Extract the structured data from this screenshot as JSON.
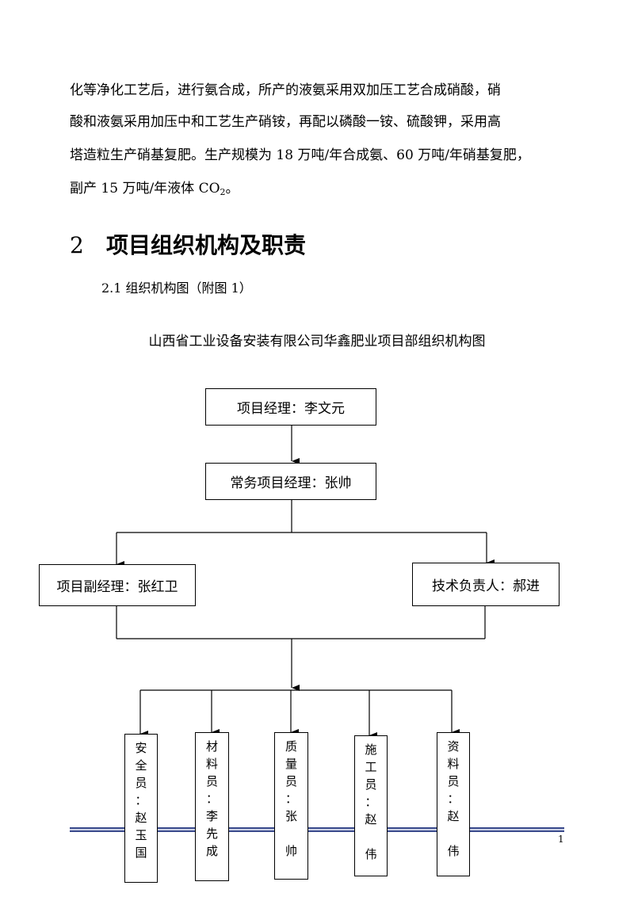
{
  "body": {
    "line1": "化等净化工艺后，进行氨合成，所产的液氨采用双加压工艺合成硝酸，硝",
    "line2": "酸和液氨采用加压中和工艺生产硝铵，再配以磷酸一铵、硫酸钾，采用高",
    "line3": "塔造粒生产硝基复肥。生产规模为 18 万吨/年合成氨、60 万吨/年硝基复肥，",
    "line4_pre": "副产 15 万吨/年液体 CO",
    "line4_sub": "2",
    "line4_post": "。"
  },
  "section": {
    "number": "2",
    "title": "项目组织机构及职责"
  },
  "subsection": "2.1 组织机构图（附图 1）",
  "chart": {
    "title": "山西省工业设备安装有限公司华鑫肥业项目部组织机构图",
    "pm": "项目经理：李文元",
    "exec_pm": "常务项目经理：张帅",
    "deputy_pm": "项目副经理：张红卫",
    "tech_lead": "技术负责人：郝进",
    "staff": [
      [
        "安",
        "全",
        "员",
        "：",
        "赵",
        "玉",
        "国"
      ],
      [
        "材",
        "料",
        "员",
        "：",
        "李",
        "先",
        "成"
      ],
      [
        "质",
        "量",
        "员",
        "：",
        "张",
        "",
        "帅"
      ],
      [
        "施",
        "工",
        "员",
        "：",
        "赵",
        "",
        "伟"
      ],
      [
        "资",
        "料",
        "员",
        "：",
        "赵",
        "",
        "伟"
      ]
    ]
  },
  "footer": {
    "page_number": "1"
  },
  "colors": {
    "footer_rule": "#3a4a8c"
  }
}
